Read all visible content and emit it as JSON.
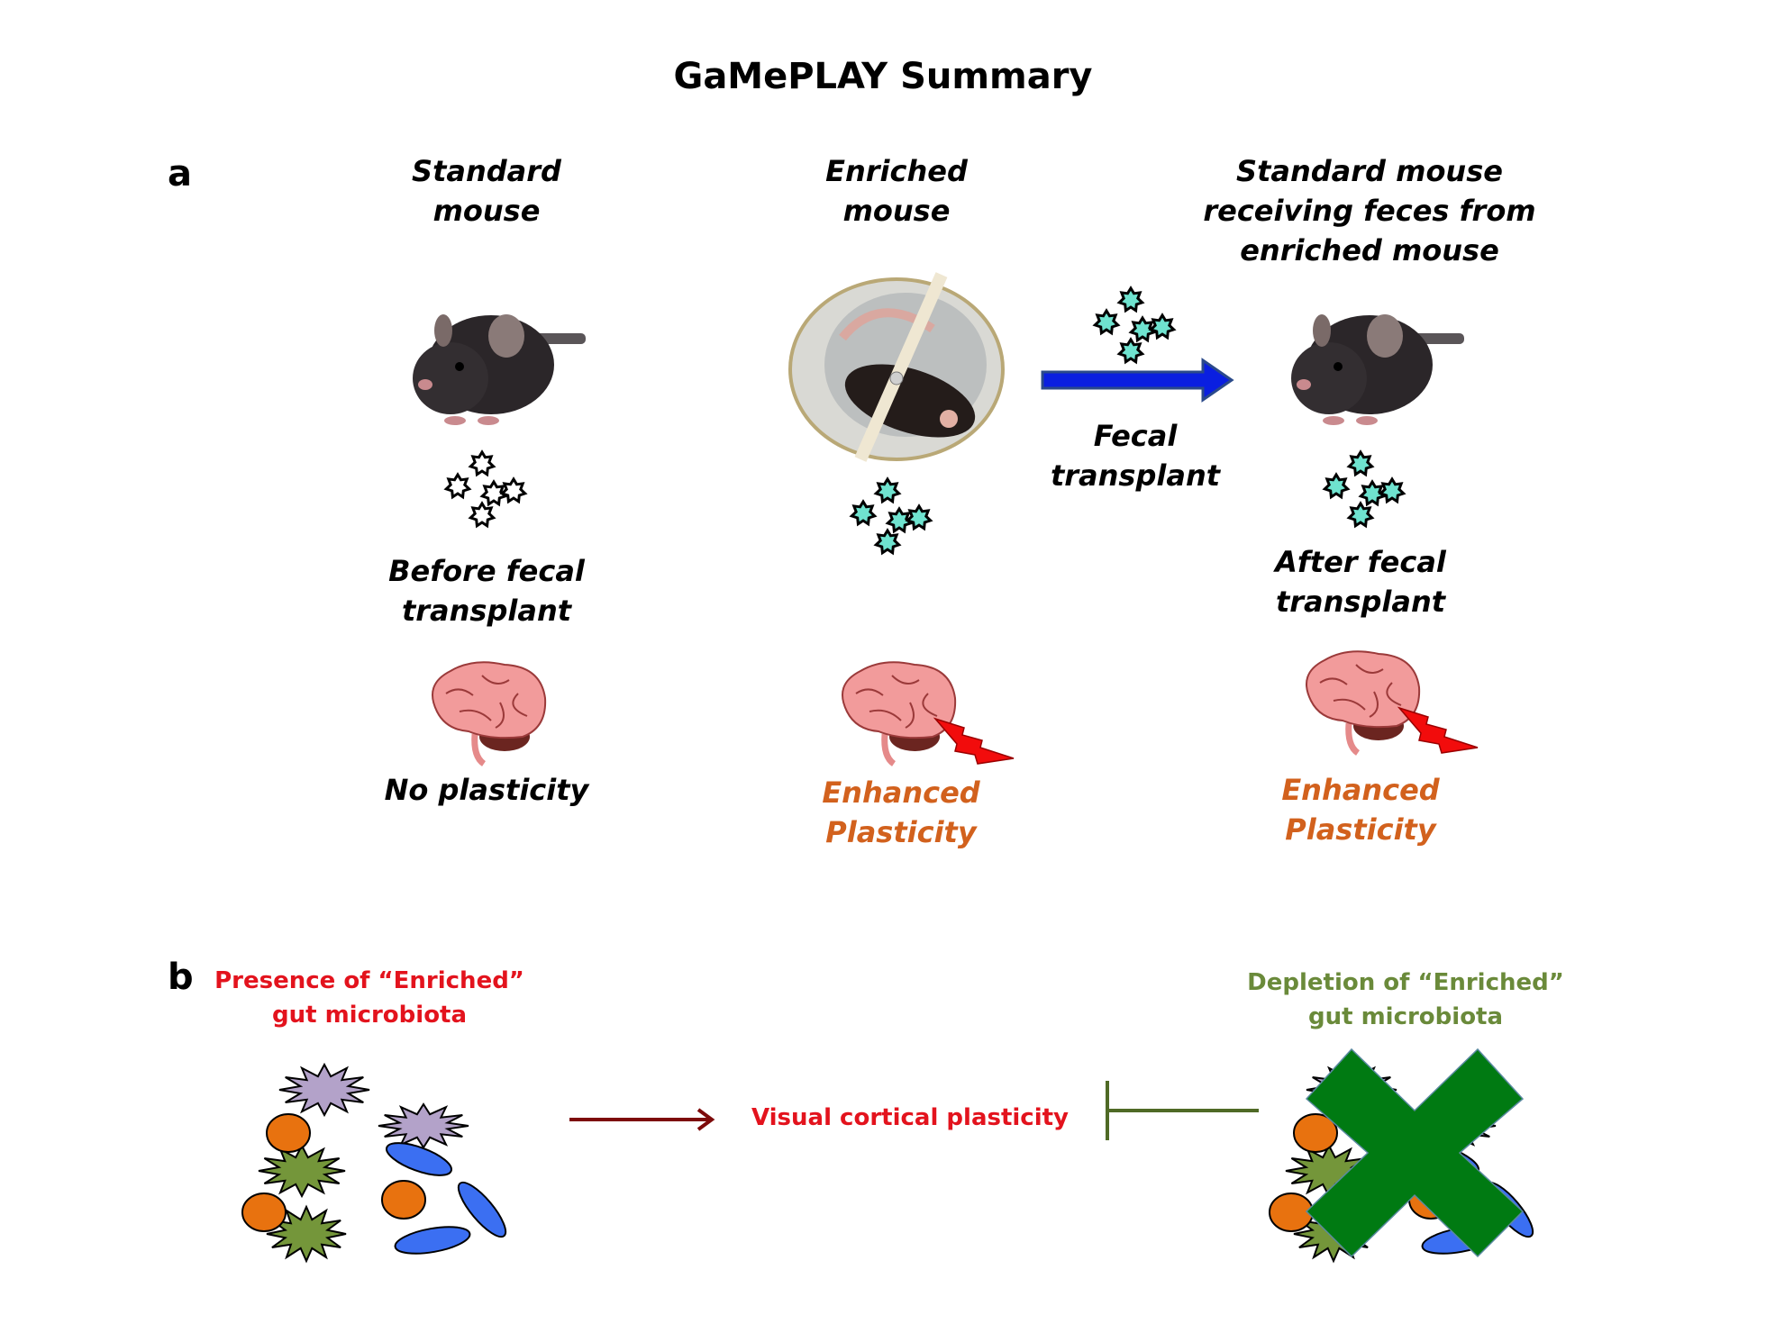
{
  "title": "GaMePLAY Summary",
  "panel_a": {
    "letter": "a",
    "columns": [
      {
        "heading": [
          "Standard",
          "mouse"
        ],
        "state": [
          "Before fecal",
          "transplant"
        ],
        "outcome": [
          "No plasticity"
        ],
        "microbiota": "standard",
        "plasticity": "none"
      },
      {
        "heading": [
          "Enriched",
          "mouse"
        ],
        "state": [],
        "outcome": [
          "Enhanced",
          "Plasticity"
        ],
        "microbiota": "enriched",
        "plasticity": "enhanced"
      },
      {
        "heading": [
          "Standard mouse",
          "receiving feces from",
          "enriched mouse"
        ],
        "state": [
          "After fecal",
          "transplant"
        ],
        "outcome": [
          "Enhanced",
          "Plasticity"
        ],
        "microbiota": "enriched",
        "plasticity": "enhanced"
      }
    ],
    "transfer": {
      "label": [
        "Fecal",
        "transplant"
      ]
    }
  },
  "panel_b": {
    "letter": "b",
    "left_label": [
      "Presence of “Enriched”",
      "gut microbiota"
    ],
    "center_label": "Visual cortical plasticity",
    "right_label": [
      "Depletion of “Enriched”",
      "gut microbiota"
    ],
    "left_relation": "promotes",
    "right_relation": "inhibits"
  },
  "colors": {
    "emphasis_orange": "#d2611d",
    "red_text": "#e3131d",
    "olive_text": "#6a8a3a",
    "arrow_blue": "#0a1fe0",
    "arrow_dark_red": "#7d0a0a",
    "inhibit_olive": "#4f6a26",
    "cross_green": "#007a12",
    "microbe_teal": "#6fe3cf"
  }
}
